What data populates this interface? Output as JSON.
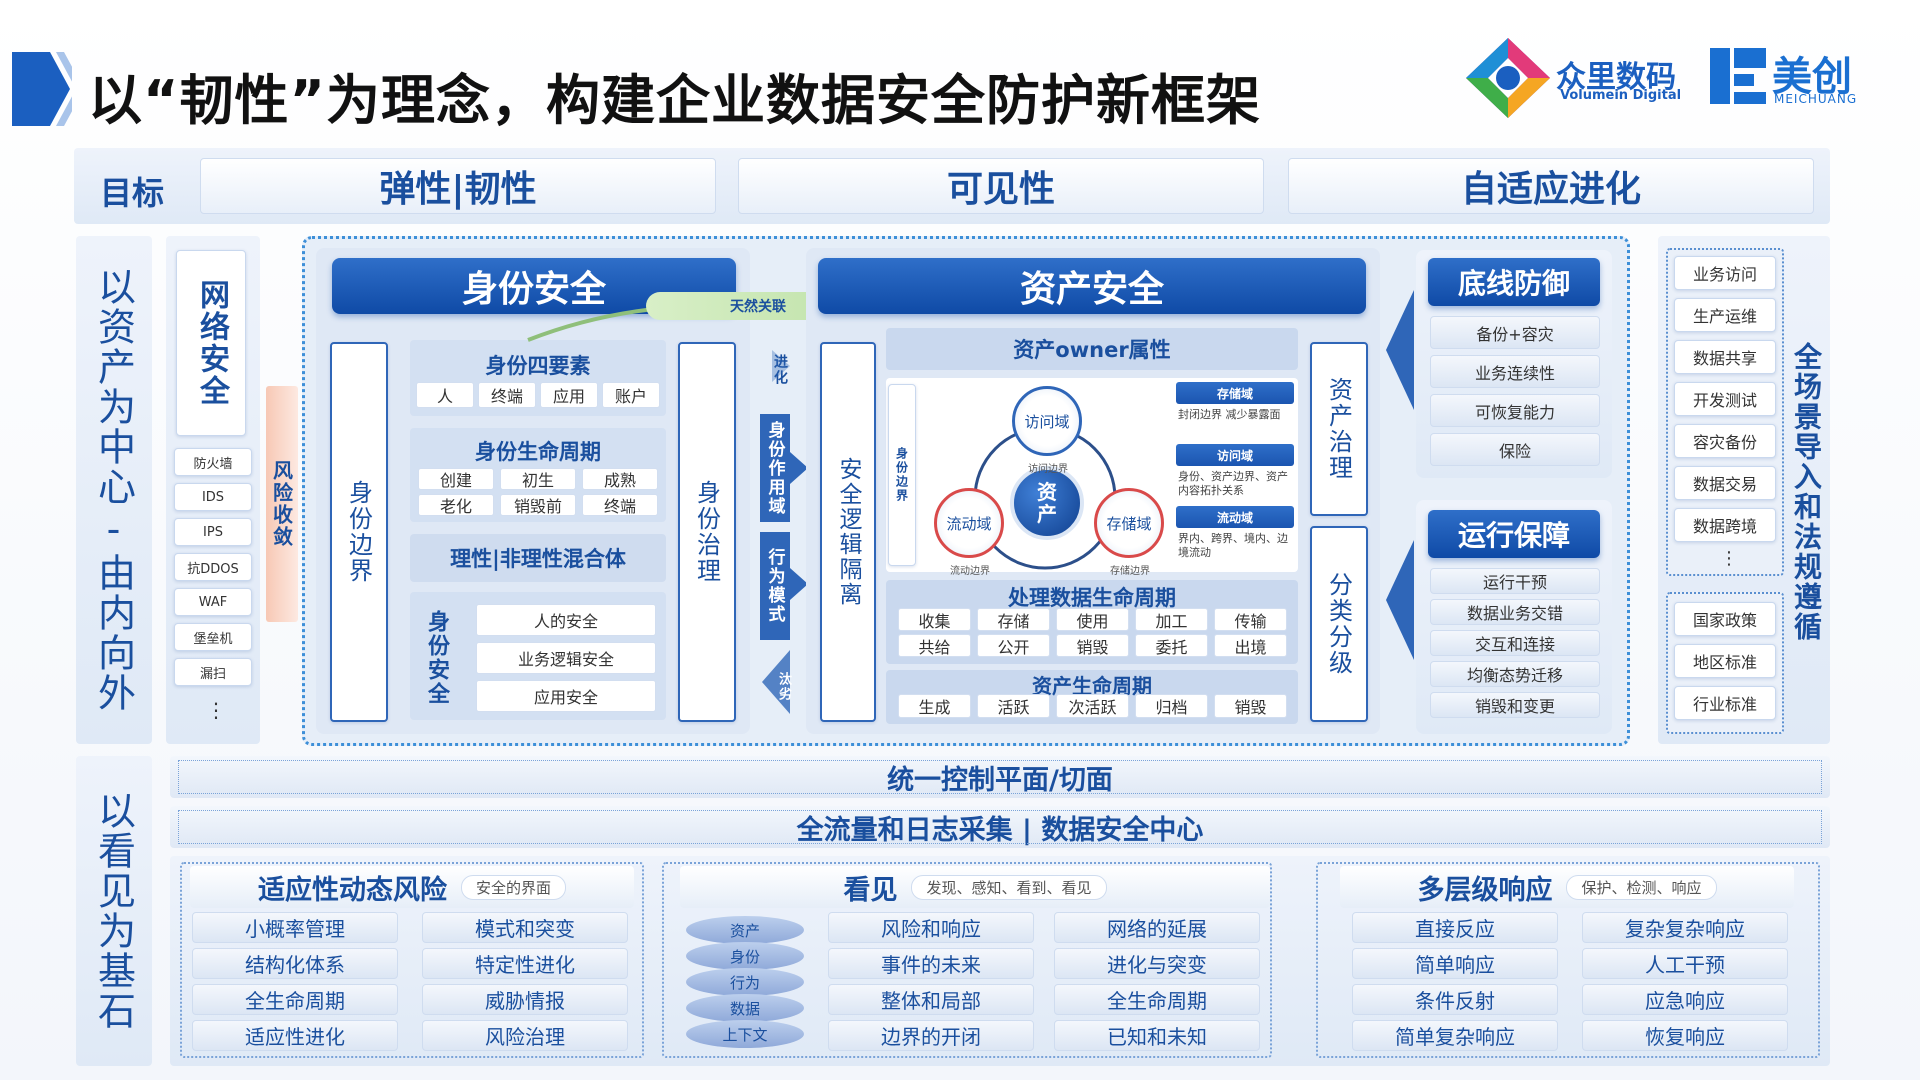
{
  "header": {
    "title": "以“韧性”为理念，构建企业数据安全防护新框架",
    "logo1_cn": "众里数码",
    "logo1_en": "Volumein Digital",
    "logo2_cn": "美创",
    "logo2_en": "MEICHUANG"
  },
  "goals": {
    "label": "目标",
    "items": [
      "弹性|韧性",
      "可见性",
      "自适应进化"
    ]
  },
  "left_labels": {
    "top": "以资产为中心-由内向外",
    "bottom": "以看见为基石"
  },
  "network": {
    "title": "网络安全",
    "items": [
      "防火墙",
      "IDS",
      "IPS",
      "抗DDOS",
      "WAF",
      "堡垒机",
      "漏扫"
    ],
    "more": "⋮",
    "converge": "风险收敛"
  },
  "identity": {
    "title": "身份安全",
    "boundary": "身份边界",
    "governance": "身份治理",
    "four_title": "身份四要素",
    "four": [
      "人",
      "终端",
      "应用",
      "账户"
    ],
    "life_title": "身份生命周期",
    "life": [
      "创建",
      "初生",
      "成熟",
      "老化",
      "销毁前",
      "终端"
    ],
    "mix": "理性|非理性混合体",
    "sec_label": "身份安全",
    "sec_items": [
      "人的安全",
      "业务逻辑安全",
      "应用安全"
    ],
    "link": "天然关联"
  },
  "middle": {
    "evolve": "进化",
    "scope": "身份作用域",
    "pattern": "行为模式",
    "eliminate": "汰劣",
    "isolation": "安全逻辑隔离"
  },
  "asset": {
    "title": "资产安全",
    "owner": "资产owner属性",
    "id_boundary": "身份边界",
    "center": "资产",
    "nodes": [
      "访问域",
      "流动域",
      "存储域"
    ],
    "node_subs": [
      "访问边界",
      "流动边界",
      "存储边界"
    ],
    "tags": [
      {
        "t": "存储域",
        "d": "封闭边界 减少暴露面"
      },
      {
        "t": "访问域",
        "d": "身份、资产边界、资产内容拓扑关系"
      },
      {
        "t": "流动域",
        "d": "界内、跨界、境内、边境流动"
      }
    ],
    "proc_title": "处理数据生命周期",
    "proc": [
      "收集",
      "存储",
      "使用",
      "加工",
      "传输",
      "共给",
      "公开",
      "销毁",
      "委托",
      "出境"
    ],
    "life_title": "资产生命周期",
    "life": [
      "生成",
      "活跃",
      "次活跃",
      "归档",
      "销毁"
    ],
    "governance": "资产治理",
    "classify": "分类分级"
  },
  "baseline": {
    "title": "底线防御",
    "items": [
      "备份+容灾",
      "业务连续性",
      "可恢复能力",
      "保险"
    ]
  },
  "ops": {
    "title": "运行保障",
    "items": [
      "运行干预",
      "数据业务交错",
      "交互和连接",
      "均衡态势迁移",
      "销毁和变更"
    ]
  },
  "scenes": {
    "items": [
      "业务访问",
      "生产运维",
      "数据共享",
      "开发测试",
      "容灾备份",
      "数据交易",
      "数据跨境"
    ],
    "more": "⋮",
    "laws": [
      "国家政策",
      "地区标准",
      "行业标准"
    ],
    "label": "全场景导入和法规遵循"
  },
  "control": "统一控制平面/切面",
  "collect": "全流量和日志采集 | 数据安全中心",
  "bottom": {
    "adaptive": {
      "title": "适应性动态风险",
      "sub": "安全的界面",
      "col1": [
        "小概率管理",
        "结构化体系",
        "全生命周期",
        "适应性进化"
      ],
      "col2": [
        "模式和突变",
        "特定性进化",
        "威胁情报",
        "风险治理"
      ]
    },
    "see": {
      "title": "看见",
      "sub": "发现、感知、看到、看见",
      "stack": [
        "资产",
        "身份",
        "行为",
        "数据",
        "上下文"
      ],
      "col1": [
        "风险和响应",
        "事件的未来",
        "整体和局部",
        "边界的开闭"
      ],
      "col2": [
        "网络的延展",
        "进化与突变",
        "全生命周期",
        "已知和未知"
      ]
    },
    "response": {
      "title": "多层级响应",
      "sub": "保护、检测、响应",
      "col1": [
        "直接反应",
        "简单响应",
        "条件反射",
        "简单复杂响应"
      ],
      "col2": [
        "复杂复杂响应",
        "人工干预",
        "应急响应",
        "恢复响应"
      ]
    }
  },
  "colors": {
    "primary": "#0f4aa6",
    "accent": "#2f6fc9",
    "panel": "#e4ecf7"
  }
}
